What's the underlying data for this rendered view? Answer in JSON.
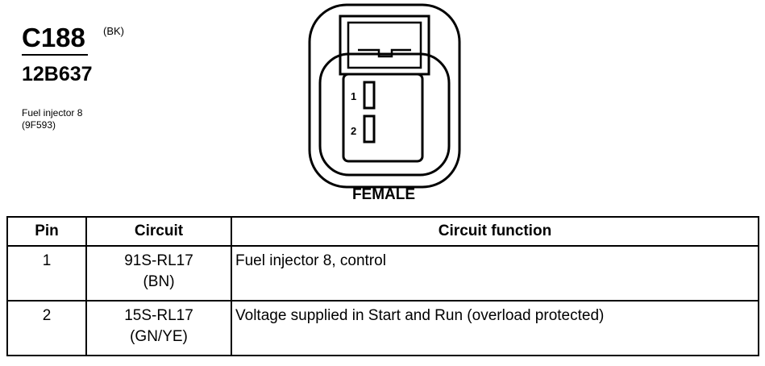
{
  "connector": {
    "id": "C188",
    "color_code": "(BK)",
    "part_number": "12B637",
    "description_lines": [
      "Fuel injector 8",
      "(9F593)"
    ]
  },
  "diagram": {
    "view_label": "FEMALE",
    "pin_labels": [
      "1",
      "2"
    ]
  },
  "table": {
    "headers": {
      "pin": "Pin",
      "circuit": "Circuit",
      "function": "Circuit function"
    },
    "rows": [
      {
        "pin": "1",
        "circuit": "91S-RL17",
        "wire_color": "(BN)",
        "function": "Fuel injector 8, control"
      },
      {
        "pin": "2",
        "circuit": "15S-RL17",
        "wire_color": "(GN/YE)",
        "function": "Voltage supplied in Start and Run (overload protected)"
      }
    ]
  }
}
